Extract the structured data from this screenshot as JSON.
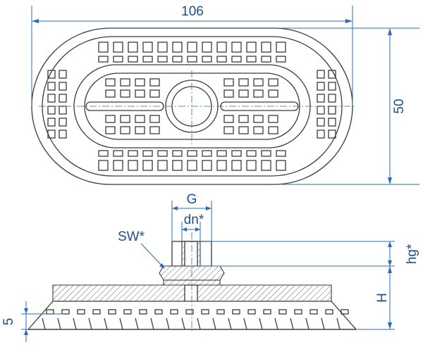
{
  "dimensions": {
    "length": "106",
    "width": "50",
    "thread": "G",
    "nominal_diameter": "dn*",
    "wrench_size": "SW*",
    "thread_height": "hg*",
    "height": "H",
    "lip_height": "5"
  },
  "colors": {
    "dimension": "#2d6bb5",
    "dimension_text": "#1f4e8c",
    "part_outline": "#3a3a3a"
  }
}
